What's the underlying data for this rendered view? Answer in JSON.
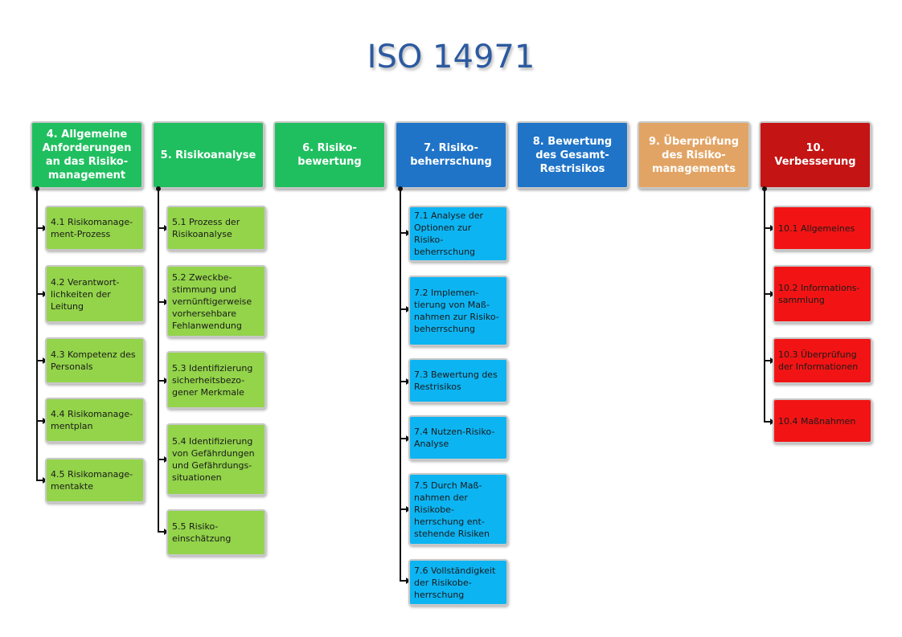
{
  "title": "ISO 14971",
  "columns": [
    {
      "heading": "4. Allgemeine Anforderungen an das Risiko-management",
      "items": [
        "4.1 Risikomanage-ment-Prozess",
        "4.2 Verantwort-lichkeiten der Leitung",
        "4.3 Kompetenz des Personals",
        "4.4 Risikomanage-mentplan",
        "4.5 Risikomanage-mentakte"
      ]
    },
    {
      "heading": "5. Risikoanalyse",
      "items": [
        "5.1 Prozess der Risikoanalyse",
        "5.2 Zweckbe-stimmung und vernünftigerweise vorhersehbare Fehlanwendung",
        "5.3 Identifizierung sicherheitsbezo-gener Merkmale",
        "5.4 Identifizierung von Gefährdungen und Gefährdungs-situationen",
        "5.5 Risiko-einschätzung"
      ]
    },
    {
      "heading": "6. Risiko-bewertung",
      "items": []
    },
    {
      "heading": "7. Risiko-beherrschung",
      "items": [
        "7.1 Analyse der Optionen zur Risiko-beherrschung",
        "7.2 Implemen-tierung von Maß-nahmen zur Risiko-beherrschung",
        "7.3 Bewertung des Restrisikos",
        "7.4 Nutzen-Risiko-Analyse",
        "7.5 Durch Maß-nahmen der Risikobe-herrschung ent-stehende Risiken",
        "7.6 Vollständigkeit der Risikobe-herrschung"
      ]
    },
    {
      "heading": "8. Bewertung des Gesamt-Restrisikos",
      "items": []
    },
    {
      "heading": "9. Überprüfung des Risiko-managements",
      "items": []
    },
    {
      "heading": "10. Verbesserung",
      "items": [
        "10.1 Allgemeines",
        "10.2 Informations-sammlung",
        "10.3 Überprüfung der Informationen",
        "10.4 Maßnahmen"
      ]
    }
  ],
  "colors": {
    "green": "#1fbf5f",
    "blue": "#1f74c8",
    "orange": "#e2a464",
    "darkred": "#c41414",
    "lightgreen": "#93d44a",
    "cyan": "#0db4f2",
    "red": "#f21414"
  }
}
